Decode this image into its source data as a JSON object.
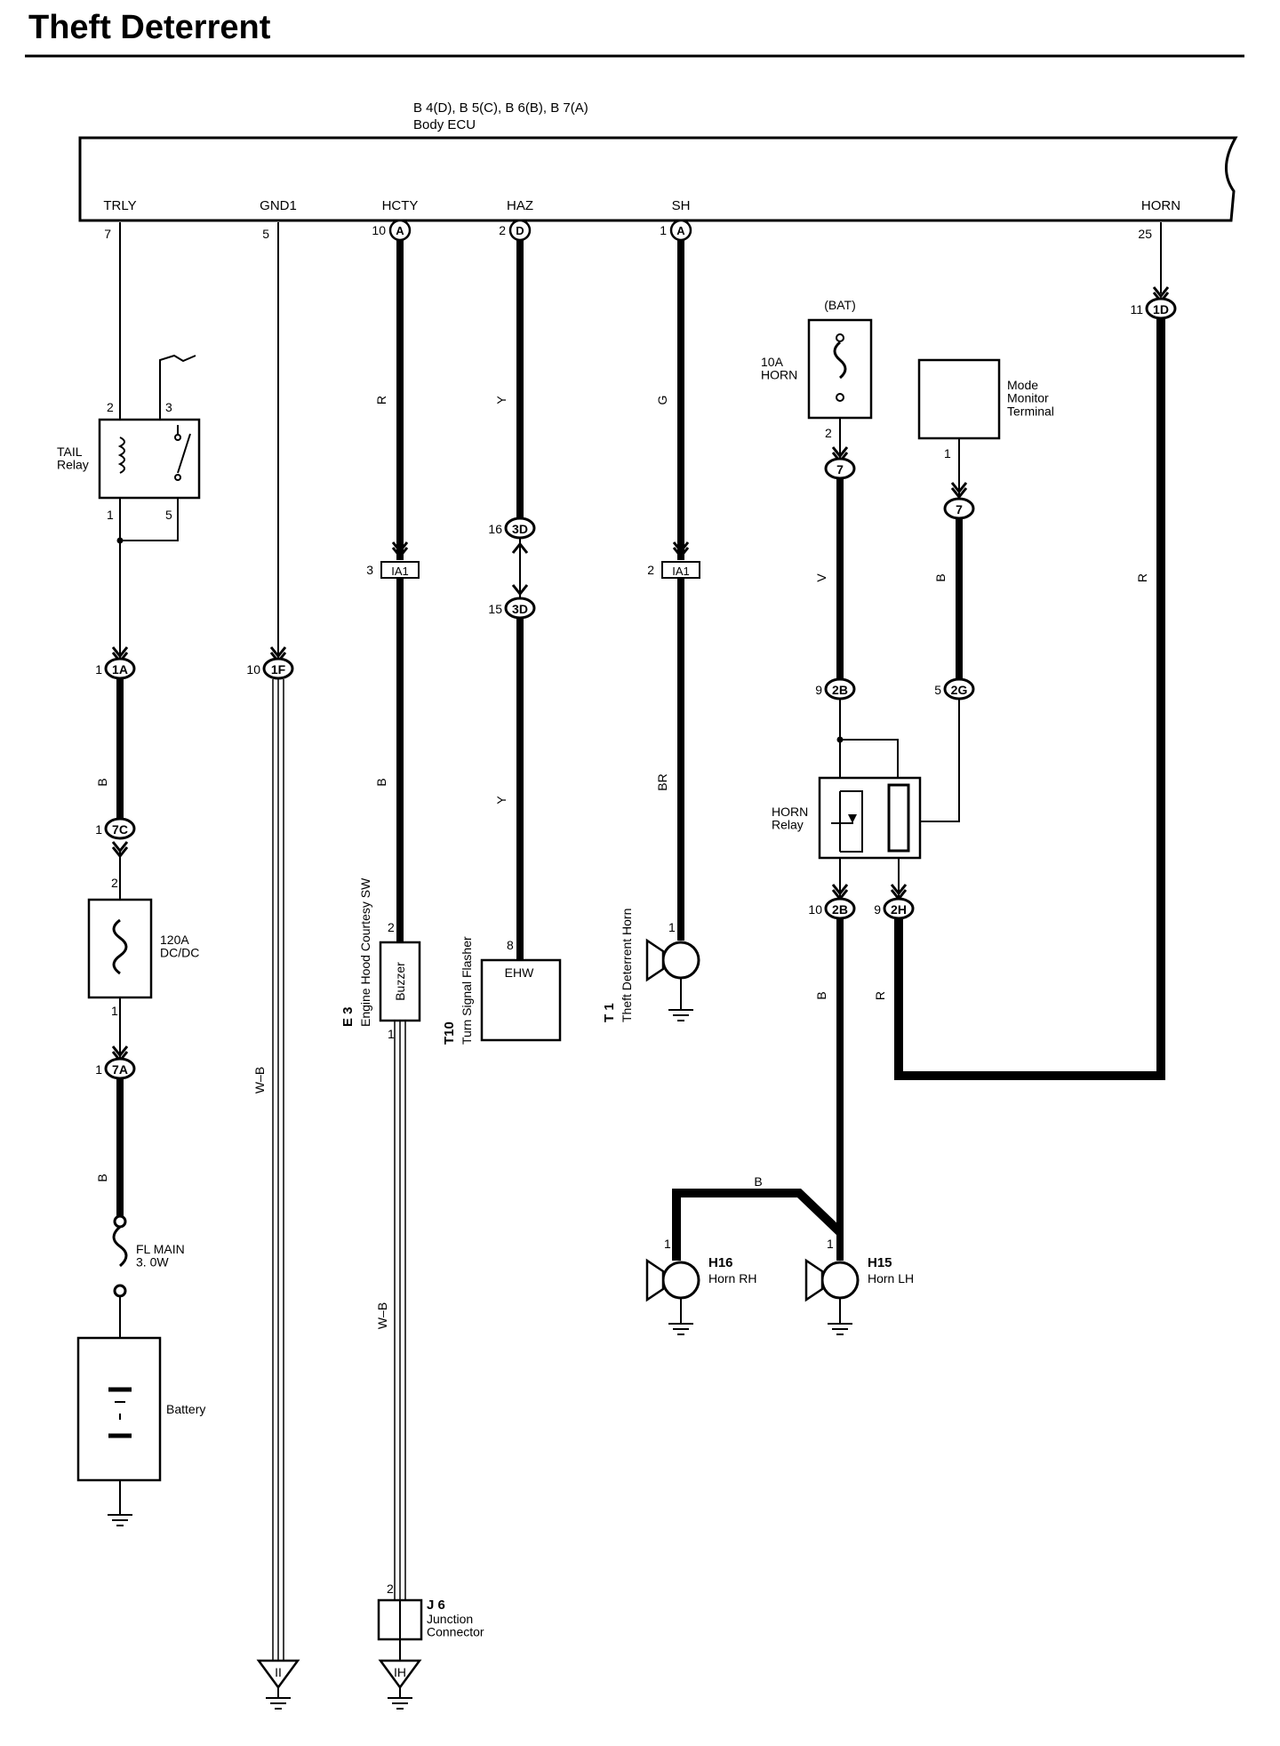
{
  "title": "Theft Deterrent",
  "ecu": {
    "connectors": "B 4(D), B 5(C), B 6(B), B 7(A)",
    "name": "Body ECU"
  },
  "terminals": [
    {
      "name": "TRLY",
      "pin": "7",
      "conn": ""
    },
    {
      "name": "GND1",
      "pin": "5",
      "conn": ""
    },
    {
      "name": "HCTY",
      "pin": "10",
      "conn": "A"
    },
    {
      "name": "HAZ",
      "pin": "2",
      "conn": "D"
    },
    {
      "name": "SH",
      "pin": "1",
      "conn": "A"
    },
    {
      "name": "HORN",
      "pin": "25",
      "conn": ""
    }
  ],
  "connectors": [
    {
      "pin": "1",
      "label": "1A"
    },
    {
      "pin": "1",
      "label": "7C"
    },
    {
      "pin": "1",
      "label": "7A"
    },
    {
      "pin": "10",
      "label": "1F"
    },
    {
      "pin": "3",
      "label": "IA1"
    },
    {
      "pin": "2",
      "label": "IA1"
    },
    {
      "pin": "16",
      "label": "3D"
    },
    {
      "pin": "15",
      "label": "3D"
    },
    {
      "pin": "11",
      "label": "1D"
    },
    {
      "pin": "7",
      "label": "7"
    },
    {
      "pin": "7",
      "label": "7"
    },
    {
      "pin": "9",
      "label": "2B"
    },
    {
      "pin": "5",
      "label": "2G"
    },
    {
      "pin": "10",
      "label": "2B"
    },
    {
      "pin": "9",
      "label": "2H"
    }
  ],
  "wire_colors": {
    "hcty_upper": "R",
    "haz_upper": "Y",
    "sh_upper": "G",
    "horn": "R",
    "tail_mid": "B",
    "tail_low": "B",
    "hcty_lower": "B",
    "haz_lower": "Y",
    "sh_lower": "BR",
    "fuse_horn": "V",
    "mode": "B",
    "relay_out": "B",
    "relay_horn": "R",
    "gnd": "W–B",
    "buzzer_low": "W–B",
    "horn_rh": "B"
  },
  "components": {
    "tail_relay": "TAIL\nRelay",
    "tail_pins": [
      "2",
      "3",
      "1",
      "5"
    ],
    "fuse_dcdc": {
      "name": "120A\nDC/DC",
      "pins": [
        "2",
        "1"
      ]
    },
    "fl_main": "FL MAIN\n3. 0W",
    "battery": "Battery",
    "buzzer": {
      "text": "Buzzer",
      "ref": "E 3",
      "name": "Engine Hood Courtesy SW",
      "pins": [
        "2",
        "1"
      ]
    },
    "flasher": {
      "text": "EHW",
      "ref": "T10",
      "name": "Turn Signal Flasher",
      "pin": "8"
    },
    "theft_horn": {
      "ref": "T 1",
      "name": "Theft Deterrent Horn",
      "pin": "1"
    },
    "bat": "(BAT)",
    "fuse_horn": {
      "name": "10A\nHORN",
      "pin": "2"
    },
    "mode_monitor": {
      "name": "Mode\nMonitor\nTerminal",
      "pin": "1"
    },
    "horn_relay": "HORN\nRelay",
    "horn_rh": {
      "ref": "H16",
      "name": "Horn RH",
      "pin": "1"
    },
    "horn_lh": {
      "ref": "H15",
      "name": "Horn LH",
      "pin": "1"
    },
    "junction": {
      "ref": "J 6",
      "name": "Junction\nConnector",
      "pin": "2"
    },
    "grounds": [
      "II",
      "IH"
    ]
  }
}
